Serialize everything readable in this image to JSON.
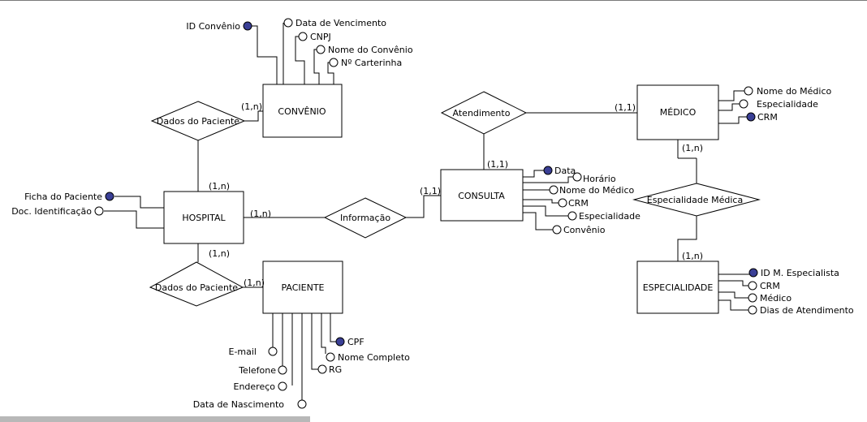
{
  "entities": {
    "convenio": "CONVÊNIO",
    "hospital": "HOSPITAL",
    "paciente": "PACIENTE",
    "consulta": "CONSULTA",
    "medico": "MÉDICO",
    "especialidade": "ESPECIALIDADE"
  },
  "relationships": {
    "dados_paciente_top": "Dados do Paciente",
    "dados_paciente_bottom": "Dados do Paciente",
    "informacao": "Informação",
    "atendimento": "Atendimento",
    "especialidade_medica": "Especialidade Médica"
  },
  "cardinalities": {
    "convenio_rel": "(1,n)",
    "hospital_top": "(1,n)",
    "hospital_right": "(1,n)",
    "hospital_bottom": "(1,n)",
    "paciente_rel": "(1,n)",
    "consulta_left": "(1,1)",
    "consulta_top": "(1,1)",
    "medico_left": "(1,1)",
    "medico_bottom": "(1,n)",
    "especialidade_top": "(1,n)"
  },
  "attributes": {
    "convenio": {
      "id": "ID Convênio",
      "vencimento": "Data de Vencimento",
      "cnpj": "CNPJ",
      "nome": "Nome do Convênio",
      "carterinha": "Nº Carterinha"
    },
    "hospital": {
      "ficha": "Ficha do Paciente",
      "doc": "Doc. Identificação"
    },
    "paciente": {
      "cpf": "CPF",
      "nome": "Nome Completo",
      "rg": "RG",
      "email": "E-mail",
      "telefone": "Telefone",
      "endereco": "Endereço",
      "nascimento": "Data de Nascimento"
    },
    "consulta": {
      "data": "Data",
      "horario": "Horário",
      "nome_medico": "Nome do Médico",
      "crm": "CRM",
      "especialidade": "Especialidade",
      "convenio": "Convênio"
    },
    "medico": {
      "nome": "Nome do Médico",
      "especialidade": "Especialidade",
      "crm": "CRM"
    },
    "especialidade": {
      "id": "ID M. Especialista",
      "crm": "CRM",
      "medico": "Médico",
      "dias": "Dias de Atendimento"
    }
  }
}
